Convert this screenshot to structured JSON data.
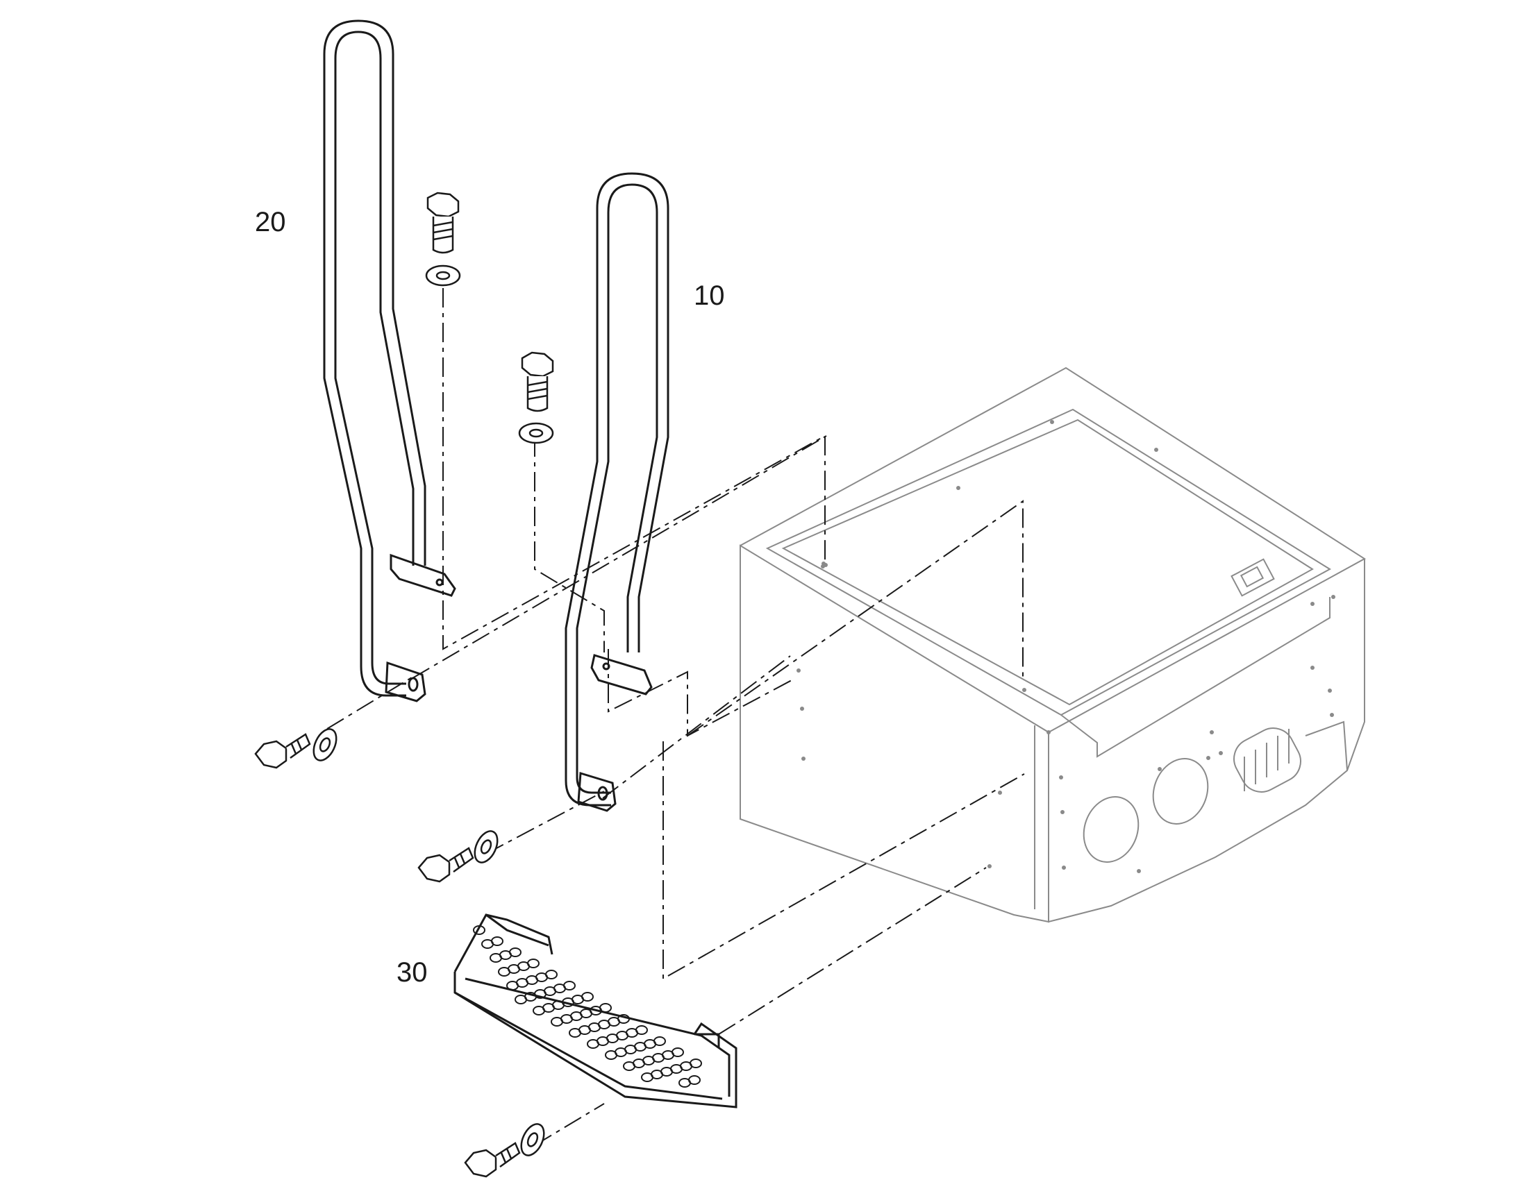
{
  "callouts": {
    "item_10": "10",
    "item_20": "20",
    "item_30": "30"
  },
  "colors": {
    "part_line": "#1a1a1a",
    "housing_line": "#8a8a8a",
    "background": "#ffffff"
  },
  "parts": [
    {
      "ref": "10",
      "name": "grab-handle-right"
    },
    {
      "ref": "20",
      "name": "grab-handle-left"
    },
    {
      "ref": "30",
      "name": "step-plate"
    }
  ]
}
